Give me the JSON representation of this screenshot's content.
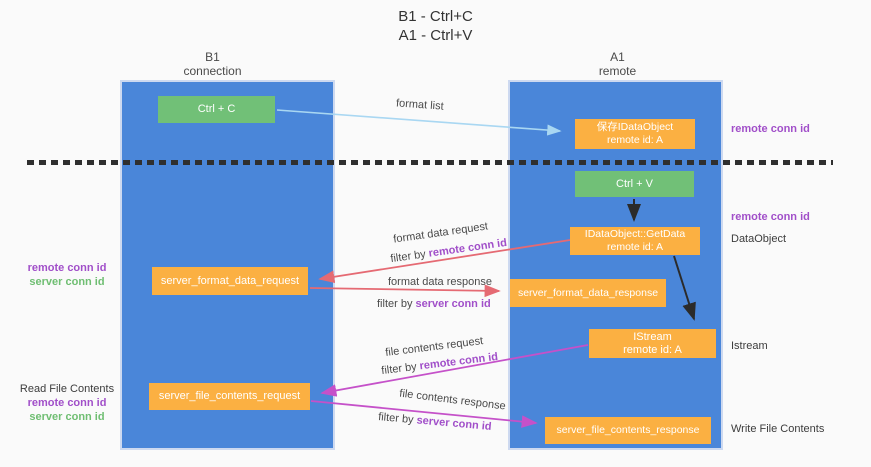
{
  "title": {
    "line1": "B1 - Ctrl+C",
    "line2": "A1 - Ctrl+V"
  },
  "lanes": {
    "b1": {
      "name": "B1",
      "subtitle": "connection"
    },
    "a1": {
      "name": "A1",
      "subtitle": "remote"
    }
  },
  "nodes": {
    "ctrl_c": {
      "label": "Ctrl + C"
    },
    "save_idataobject": {
      "line1": "保存IDataObject",
      "line2": "remote id: A"
    },
    "ctrl_v": {
      "label": "Ctrl + V"
    },
    "getdata": {
      "line1": "IDataObject::GetData",
      "line2": "remote id: A"
    },
    "server_format_data_request": {
      "label": "server_format_data_request"
    },
    "server_format_data_response": {
      "label": "server_format_data_response"
    },
    "istream": {
      "line1": "IStream",
      "line2": "remote id: A"
    },
    "server_file_contents_request": {
      "label": "server_file_contents_request"
    },
    "server_file_contents_response": {
      "label": "server_file_contents_response"
    }
  },
  "edge_labels": {
    "format_list": "format list",
    "format_data_request": "format data request",
    "format_data_response": "format data response",
    "file_contents_request": "file contents request",
    "file_contents_response": "file contents response",
    "filter_by": "filter by",
    "remote_conn_id": "remote conn id",
    "server_conn_id": "server conn id"
  },
  "side_labels": {
    "left_format": {
      "remote": "remote conn id",
      "server": "server conn id"
    },
    "left_file": {
      "title": "Read File Contents",
      "remote": "remote conn id",
      "server": "server conn id"
    },
    "right_top": "remote conn id",
    "right_mid": "remote conn id",
    "right_dataobject": "DataObject",
    "right_istream": "Istream",
    "right_write": "Write File Contents"
  },
  "colors": {
    "lane_blue": "#4a86d9",
    "node_green": "#71c077",
    "node_orange": "#fbb042",
    "arrow_lightblue": "#a9d7f2",
    "arrow_red": "#e56a73",
    "arrow_magenta": "#c551c9",
    "arrow_black": "#2b2b2b",
    "text_purple": "#a14fc9",
    "text_green": "#6fbe72"
  }
}
